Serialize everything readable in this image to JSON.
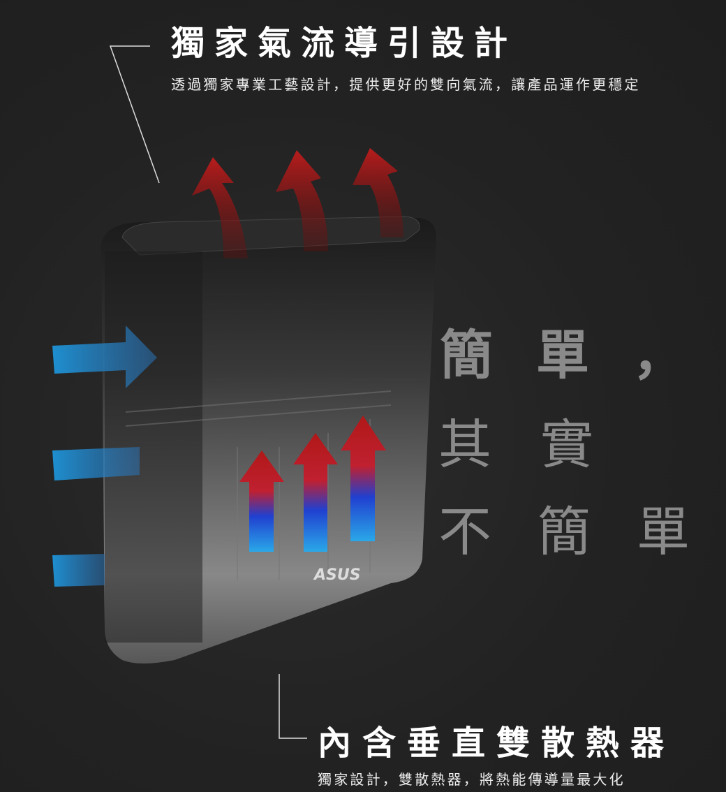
{
  "top": {
    "title": "獨家氣流導引設計",
    "subtitle": "透過獨家專業工藝設計，提供更好的雙向氣流，讓產品運作更穩定"
  },
  "tagline": {
    "line1": "簡單，",
    "line2": "其實",
    "line3": "不簡單"
  },
  "bottom": {
    "title": "內含垂直雙散熱器",
    "subtitle": "獨家設計，雙散熱器，將熱能傳導量最大化"
  },
  "device": {
    "logo": "ASUS"
  },
  "colors": {
    "background": "#222222",
    "hot_arrow": "#a31a1a",
    "cool_arrow": "#1e8fd0",
    "tagline": "#8a8a8a"
  }
}
